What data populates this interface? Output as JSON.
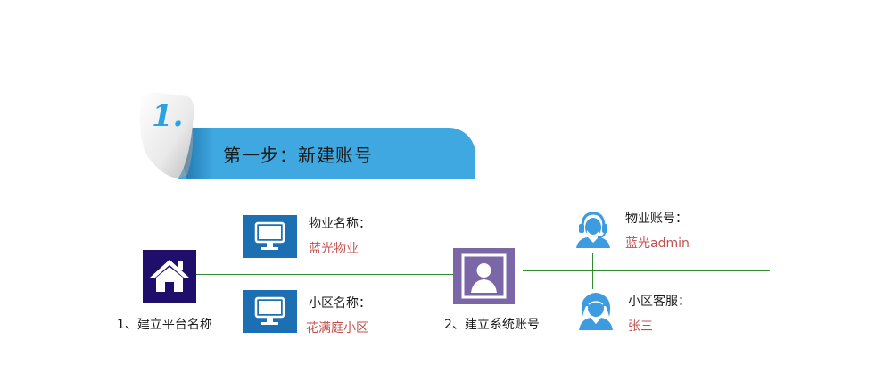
{
  "step": {
    "number": "1.",
    "title": "第一步：新建账号"
  },
  "platform": {
    "caption": "1、建立平台名称"
  },
  "property": {
    "label": "物业名称：",
    "value": "蓝光物业"
  },
  "community": {
    "label": "小区名称：",
    "value": "花满庭小区"
  },
  "system": {
    "caption": "2、建立系统账号"
  },
  "account": {
    "label": "物业账号：",
    "value": "蓝光admin"
  },
  "service": {
    "label": "小区客服：",
    "value": "张三"
  },
  "colors": {
    "banner": "#3fa8e0",
    "home_tile": "#1f0f6b",
    "monitor_tile": "#1d6fb3",
    "user_tile": "#7b67a8",
    "value_text": "#c0504d",
    "connector": "#2e8b2e",
    "avatar": "#3d9be0"
  }
}
